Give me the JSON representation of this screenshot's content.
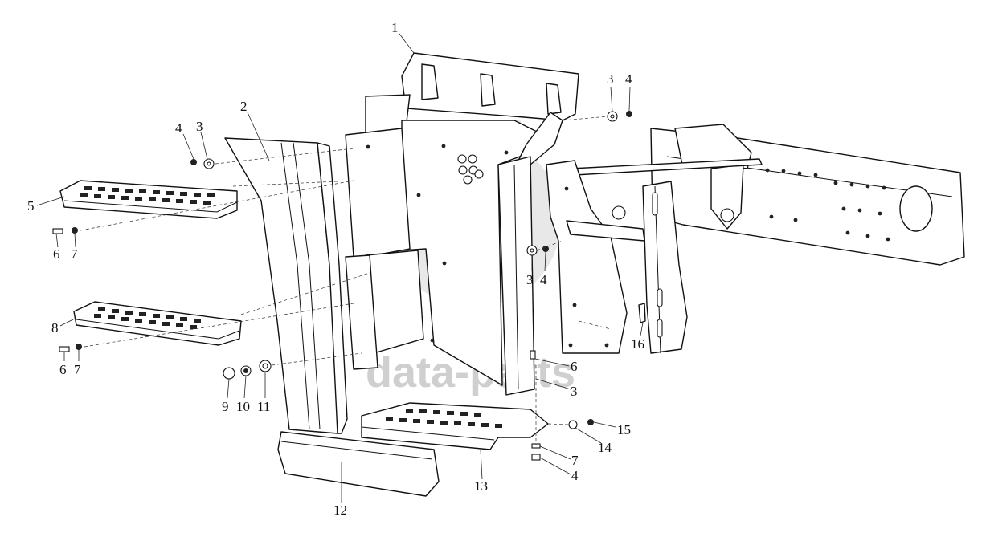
{
  "watermark": {
    "text": "data-parts"
  },
  "callouts": [
    {
      "id": "c1",
      "text": "1"
    },
    {
      "id": "c2",
      "text": "2"
    },
    {
      "id": "c3a",
      "text": "3"
    },
    {
      "id": "c4a",
      "text": "4"
    },
    {
      "id": "c3b",
      "text": "3"
    },
    {
      "id": "c4b",
      "text": "4"
    },
    {
      "id": "c5",
      "text": "5"
    },
    {
      "id": "c6a",
      "text": "6"
    },
    {
      "id": "c7a",
      "text": "7"
    },
    {
      "id": "c3c",
      "text": "3"
    },
    {
      "id": "c4c",
      "text": "4"
    },
    {
      "id": "c8",
      "text": "8"
    },
    {
      "id": "c6b",
      "text": "6"
    },
    {
      "id": "c7b",
      "text": "7"
    },
    {
      "id": "c16",
      "text": "16"
    },
    {
      "id": "c6c",
      "text": "6"
    },
    {
      "id": "c3d",
      "text": "3"
    },
    {
      "id": "c9",
      "text": "9"
    },
    {
      "id": "c10",
      "text": "10"
    },
    {
      "id": "c11",
      "text": "11"
    },
    {
      "id": "c15",
      "text": "15"
    },
    {
      "id": "c14",
      "text": "14"
    },
    {
      "id": "c7c",
      "text": "7"
    },
    {
      "id": "c4d",
      "text": "4"
    },
    {
      "id": "c13",
      "text": "13"
    },
    {
      "id": "c12",
      "text": "12"
    }
  ]
}
